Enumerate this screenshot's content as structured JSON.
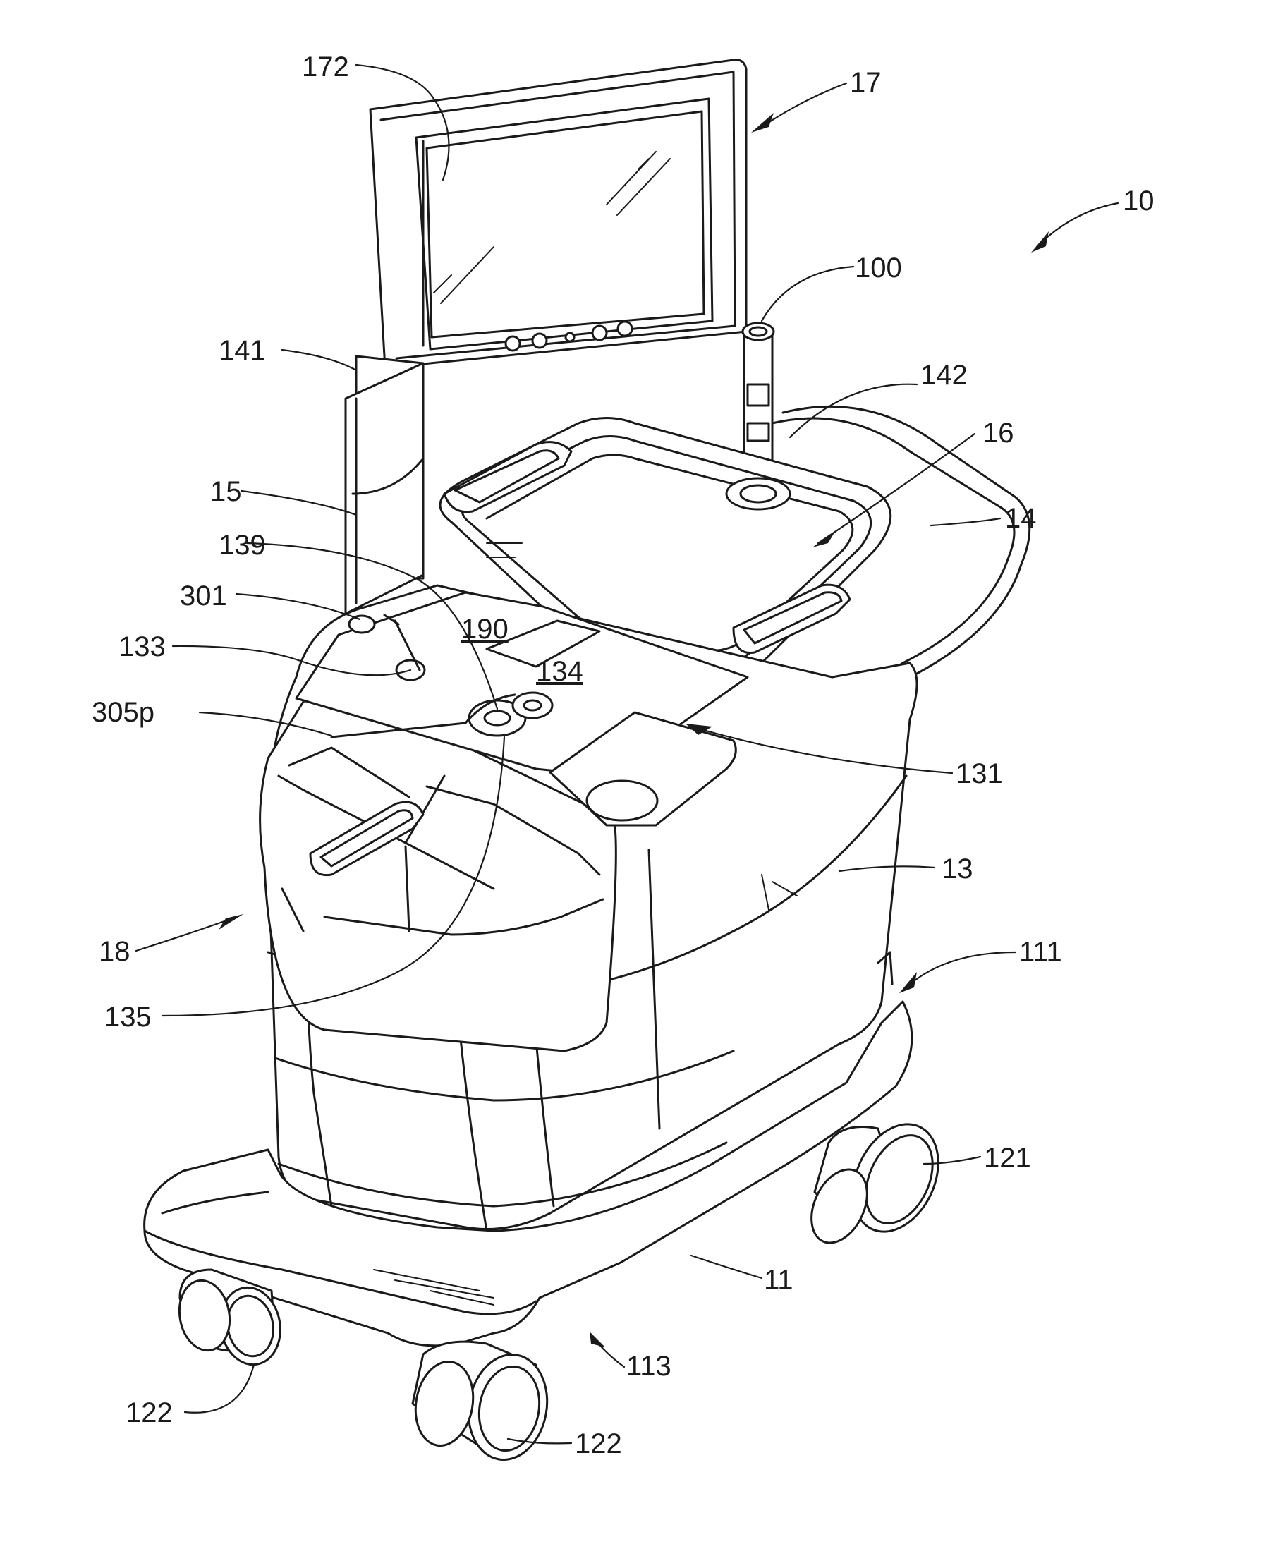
{
  "figure": {
    "ref_labels": [
      {
        "key": "172",
        "text": "172"
      },
      {
        "key": "17",
        "text": "17"
      },
      {
        "key": "10",
        "text": "10"
      },
      {
        "key": "100",
        "text": "100"
      },
      {
        "key": "141",
        "text": "141"
      },
      {
        "key": "142",
        "text": "142"
      },
      {
        "key": "16",
        "text": "16"
      },
      {
        "key": "15",
        "text": "15"
      },
      {
        "key": "14",
        "text": "14"
      },
      {
        "key": "139",
        "text": "139"
      },
      {
        "key": "301",
        "text": "301"
      },
      {
        "key": "190",
        "text": "190"
      },
      {
        "key": "133",
        "text": "133"
      },
      {
        "key": "134",
        "text": "134"
      },
      {
        "key": "305p",
        "text": "305p"
      },
      {
        "key": "131",
        "text": "131"
      },
      {
        "key": "13",
        "text": "13"
      },
      {
        "key": "18",
        "text": "18"
      },
      {
        "key": "111",
        "text": "111"
      },
      {
        "key": "135",
        "text": "135"
      },
      {
        "key": "121",
        "text": "121"
      },
      {
        "key": "11",
        "text": "11"
      },
      {
        "key": "113",
        "text": "113"
      },
      {
        "key": "122a",
        "text": "122"
      },
      {
        "key": "122b",
        "text": "122"
      }
    ]
  }
}
